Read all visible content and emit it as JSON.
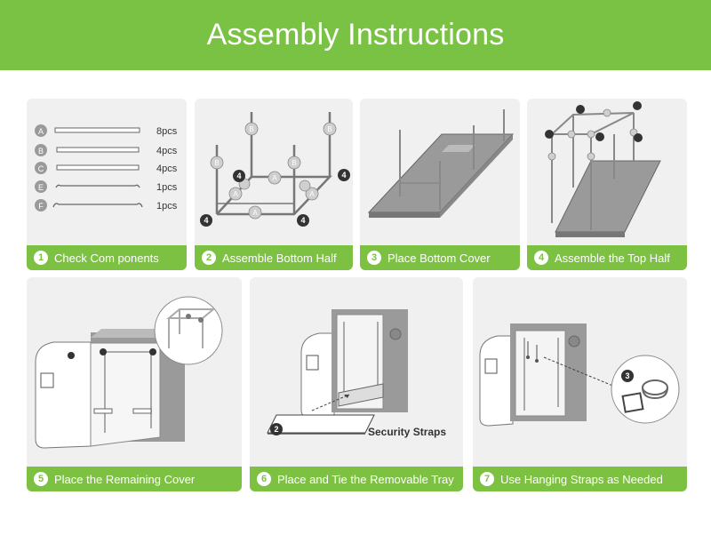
{
  "title": "Assembly Instructions",
  "steps": [
    {
      "num": "1",
      "label": "Check Com ponents"
    },
    {
      "num": "2",
      "label": "Assemble Bottom Half"
    },
    {
      "num": "3",
      "label": "Place Bottom Cover"
    },
    {
      "num": "4",
      "label": "Assemble the Top Half"
    },
    {
      "num": "5",
      "label": "Place the Remaining Cover"
    },
    {
      "num": "6",
      "label": "Place and Tie the Removable Tray"
    },
    {
      "num": "7",
      "label": "Use Hanging Straps as Needed"
    }
  ],
  "components": [
    {
      "letter": "A",
      "qty": "8pcs"
    },
    {
      "letter": "B",
      "qty": "4pcs"
    },
    {
      "letter": "C",
      "qty": "4pcs"
    },
    {
      "letter": "E",
      "qty": "1pcs"
    },
    {
      "letter": "F",
      "qty": "1pcs"
    }
  ],
  "security_straps": "Security Straps",
  "markers": {
    "four": "4",
    "two": "2",
    "three": "3",
    "a": "A",
    "b": "B"
  },
  "colors": {
    "header_green": "#79c243",
    "caption_green": "#7dc142",
    "card_bg": "#f0f0f0"
  }
}
